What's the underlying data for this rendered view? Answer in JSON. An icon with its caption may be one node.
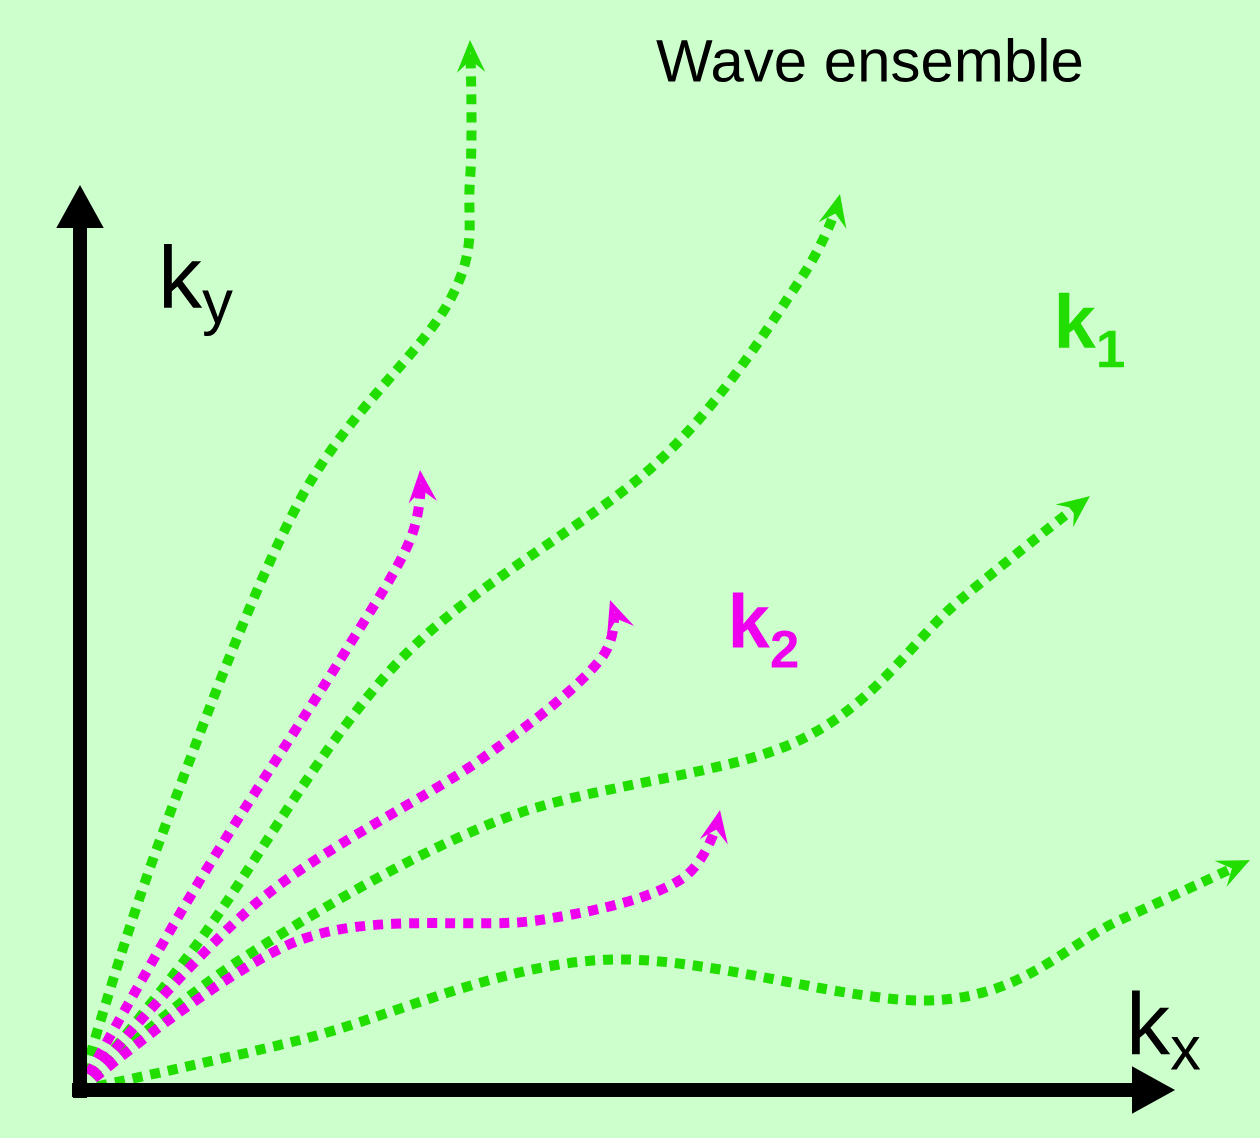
{
  "diagram": {
    "title": "Wave ensemble",
    "labels": [
      "k$_{y}$",
      "k$_{1}$",
      "k$_{2}$",
      "k$_{x}$"
    ]
  }
}
